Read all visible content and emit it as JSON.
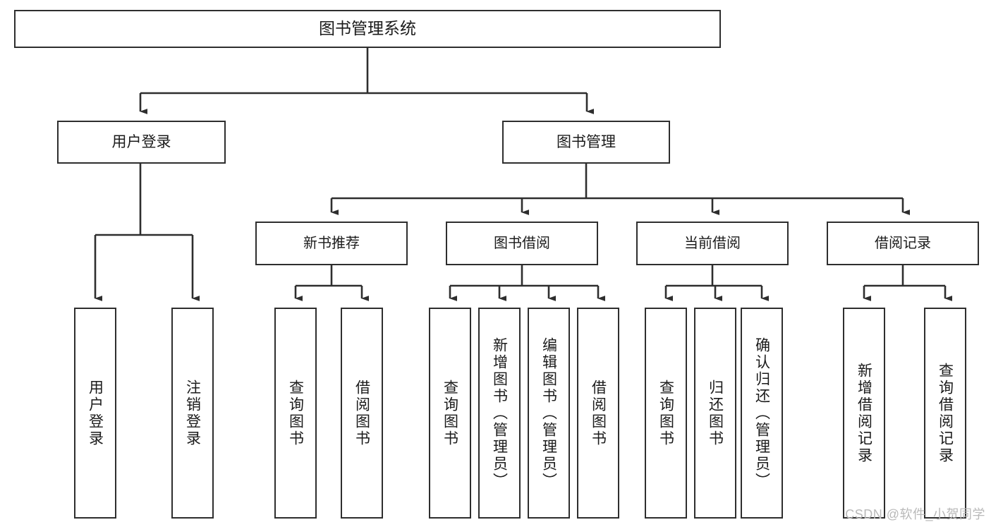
{
  "diagram": {
    "title": "图书管理系统",
    "root": {
      "label": "图书管理系统"
    },
    "level2": [
      {
        "label": "用户登录"
      },
      {
        "label": "图书管理"
      }
    ],
    "level3": [
      {
        "label": "新书推荐"
      },
      {
        "label": "图书借阅"
      },
      {
        "label": "当前借阅"
      },
      {
        "label": "借阅记录"
      }
    ],
    "leaves": {
      "user_login": [
        {
          "label": "用户登录"
        },
        {
          "label": "注销登录"
        }
      ],
      "new_book_recommend": [
        {
          "label": "查询图书"
        },
        {
          "label": "借阅图书"
        }
      ],
      "book_borrow": [
        {
          "label": "查询图书"
        },
        {
          "label": "新增图书（管理员）"
        },
        {
          "label": "编辑图书（管理员）"
        },
        {
          "label": "借阅图书"
        }
      ],
      "current_borrow": [
        {
          "label": "查询图书"
        },
        {
          "label": "归还图书"
        },
        {
          "label": "确认归还（管理员）"
        }
      ],
      "borrow_record": [
        {
          "label": "新增借阅记录"
        },
        {
          "label": "查询借阅记录"
        }
      ]
    }
  },
  "watermark": {
    "text": "CSDN @软件_小贺同学"
  },
  "colors": {
    "stroke": "#2e2e2e",
    "text": "#1b1b1b",
    "background": "#ffffff",
    "watermark": "#b9b9b9"
  }
}
